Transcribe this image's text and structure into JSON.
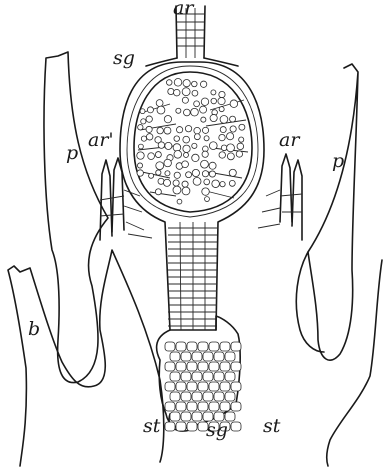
{
  "labels": {
    "ar_top": "ar",
    "sg_top": "sg",
    "ar_left": "ar'",
    "ar_right": "ar",
    "p_left": "p",
    "p_right": "p",
    "b": "b",
    "st_left": "st",
    "sg_bottom": "sg",
    "st_right": "st"
  },
  "colors": {
    "ink": "#1a1a1a",
    "paper": "#ffffff"
  }
}
